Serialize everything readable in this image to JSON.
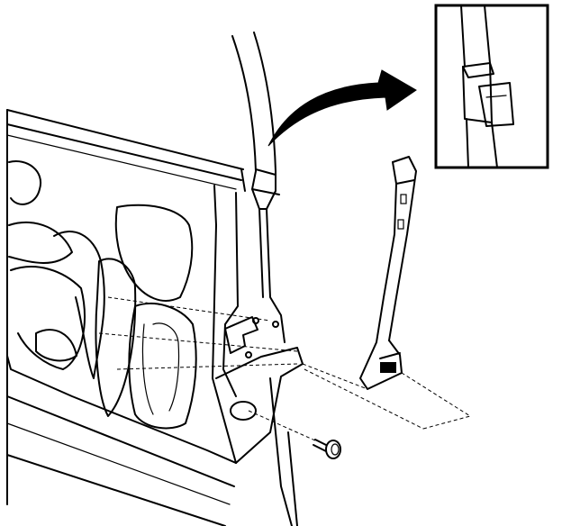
{
  "diagram": {
    "type": "technical-line-illustration",
    "parts": [
      {
        "name": "door-inner-panel"
      },
      {
        "name": "door-frame-pillar"
      },
      {
        "name": "pillar-guide-channel"
      },
      {
        "name": "retaining-screw"
      },
      {
        "name": "detail-inset"
      },
      {
        "name": "curved-arrow"
      }
    ],
    "colors": {
      "line": "#000000",
      "background": "#ffffff"
    }
  }
}
